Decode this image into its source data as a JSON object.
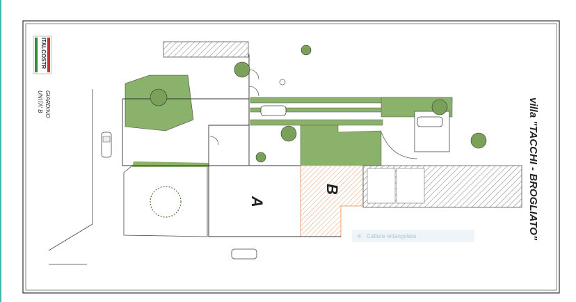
{
  "title": "villa \"TACCHI - BROGLIATO\"",
  "garden_label": "GIARDINO",
  "unit_label": "UNITA' B",
  "logo_text": "ITALCOSTR",
  "unit_a": "A",
  "unit_b": "B",
  "capture_tooltip": "Cattura rettangolare",
  "colors": {
    "grass": "#8ab26a",
    "hatch_b": "#e8a070",
    "accent": "#3fb8a9",
    "line": "#333333",
    "tooltip_bg": "#eef4f8",
    "logo_red": "#c8302a",
    "logo_green": "#2e8b3a"
  }
}
